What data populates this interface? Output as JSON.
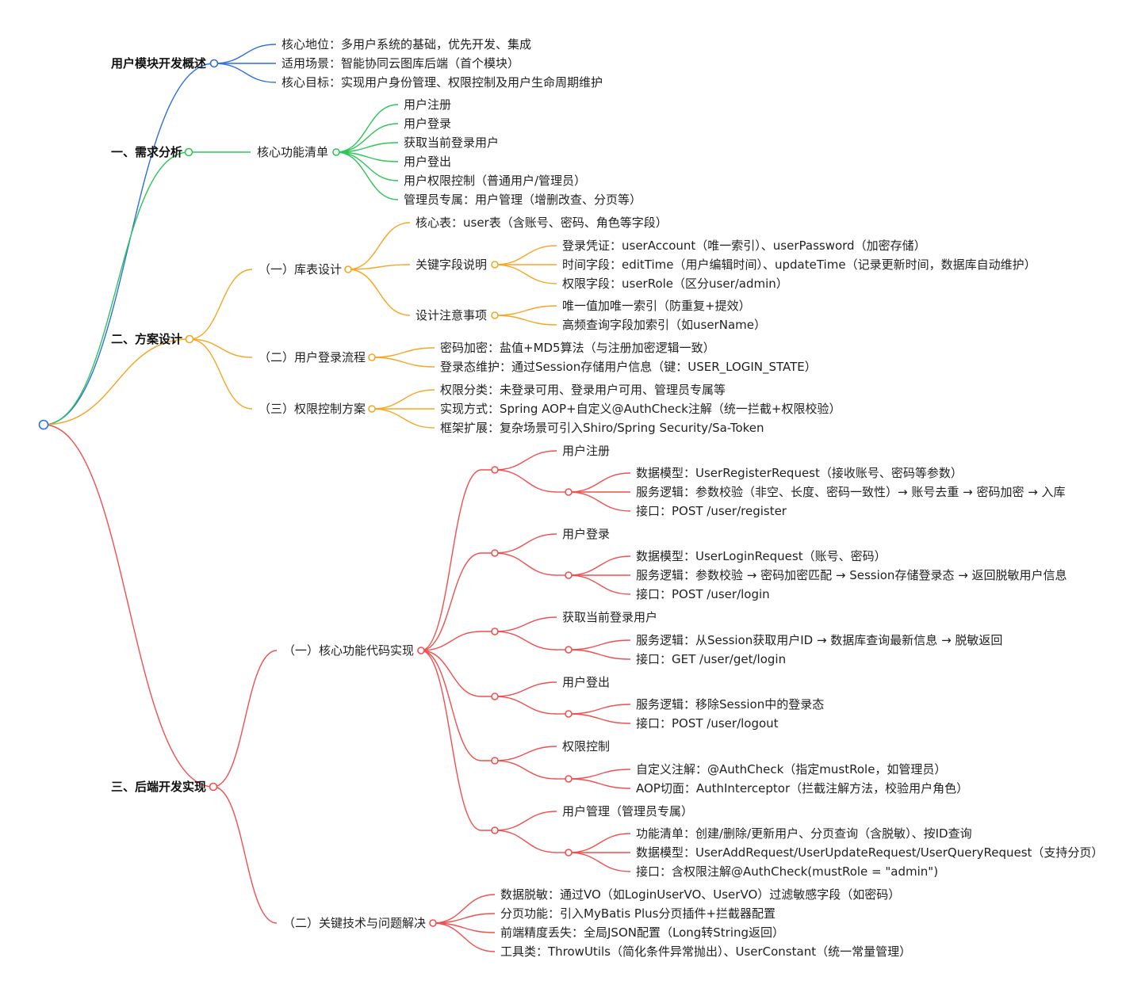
{
  "colors": {
    "root": "#2f6fdc",
    "overview": "#2f6fdc",
    "analysis": "#2ec45a",
    "design": "#f5a623",
    "backend": "#f04f4f"
  },
  "mindmap": {
    "b0": {
      "label": "用户模块开发概述",
      "items": [
        "核心地位：多用户系统的基础，优先开发、集成",
        "适用场景：智能协同云图库后端（首个模块）",
        "核心目标：实现用户身份管理、权限控制及用户生命周期维护"
      ]
    },
    "b1": {
      "label": "一、需求分析",
      "sub": {
        "label": "核心功能清单",
        "items": [
          "用户注册",
          "用户登录",
          "获取当前登录用户",
          "用户登出",
          "用户权限控制（普通用户/管理员）",
          "管理员专属：用户管理（增删改查、分页等）"
        ]
      }
    },
    "b2": {
      "label": "二、方案设计",
      "s1": {
        "label": "（一）库表设计",
        "item0": "核心表：user表（含账号、密码、角色等字段）",
        "g1": {
          "label": "关键字段说明",
          "items": [
            "登录凭证：userAccount（唯一索引）、userPassword（加密存储）",
            "时间字段：editTime（用户编辑时间）、updateTime（记录更新时间，数据库自动维护）",
            "权限字段：userRole（区分user/admin）"
          ]
        },
        "g2": {
          "label": "设计注意事项",
          "items": [
            "唯一值加唯一索引（防重复+提效）",
            "高频查询字段加索引（如userName）"
          ]
        }
      },
      "s2": {
        "label": "（二）用户登录流程",
        "items": [
          "密码加密：盐值+MD5算法（与注册加密逻辑一致）",
          "登录态维护：通过Session存储用户信息（键：USER_LOGIN_STATE）"
        ]
      },
      "s3": {
        "label": "（三）权限控制方案",
        "items": [
          "权限分类：未登录可用、登录用户可用、管理员专属等",
          "实现方式：Spring AOP+自定义@AuthCheck注解（统一拦截+权限校验）",
          "框架扩展：复杂场景可引入Shiro/Spring Security/Sa-Token"
        ]
      }
    },
    "b3": {
      "label": "三、后端开发实现",
      "s1": {
        "label": "（一）核心功能代码实现",
        "f": [
          {
            "title": "用户注册",
            "details": [
              "数据模型：UserRegisterRequest（接收账号、密码等参数）",
              "服务逻辑：参数校验（非空、长度、密码一致性）→ 账号去重 → 密码加密 → 入库",
              "接口：POST /user/register"
            ]
          },
          {
            "title": "用户登录",
            "details": [
              "数据模型：UserLoginRequest（账号、密码）",
              "服务逻辑：参数校验 → 密码加密匹配 → Session存储登录态 → 返回脱敏用户信息",
              "接口：POST /user/login"
            ]
          },
          {
            "title": "获取当前登录用户",
            "details": [
              "服务逻辑：从Session获取用户ID → 数据库查询最新信息 → 脱敏返回",
              "接口：GET /user/get/login"
            ]
          },
          {
            "title": "用户登出",
            "details": [
              "服务逻辑：移除Session中的登录态",
              "接口：POST /user/logout"
            ]
          },
          {
            "title": "权限控制",
            "details": [
              "自定义注解：@AuthCheck（指定mustRole，如管理员）",
              "AOP切面：AuthInterceptor（拦截注解方法，校验用户角色）"
            ]
          },
          {
            "title": "用户管理（管理员专属）",
            "details": [
              "功能清单：创建/删除/更新用户、分页查询（含脱敏）、按ID查询",
              "数据模型：UserAddRequest/UserUpdateRequest/UserQueryRequest（支持分页）",
              "接口：含权限注解@AuthCheck(mustRole = \"admin\")"
            ]
          }
        ]
      },
      "s2": {
        "label": "（二）关键技术与问题解决",
        "items": [
          "数据脱敏：通过VO（如LoginUserVO、UserVO）过滤敏感字段（如密码）",
          "分页功能：引入MyBatis Plus分页插件+拦截器配置",
          "前端精度丢失：全局JSON配置（Long转String返回）",
          "工具类：ThrowUtils（简化条件异常抛出）、UserConstant（统一常量管理）"
        ]
      }
    }
  }
}
